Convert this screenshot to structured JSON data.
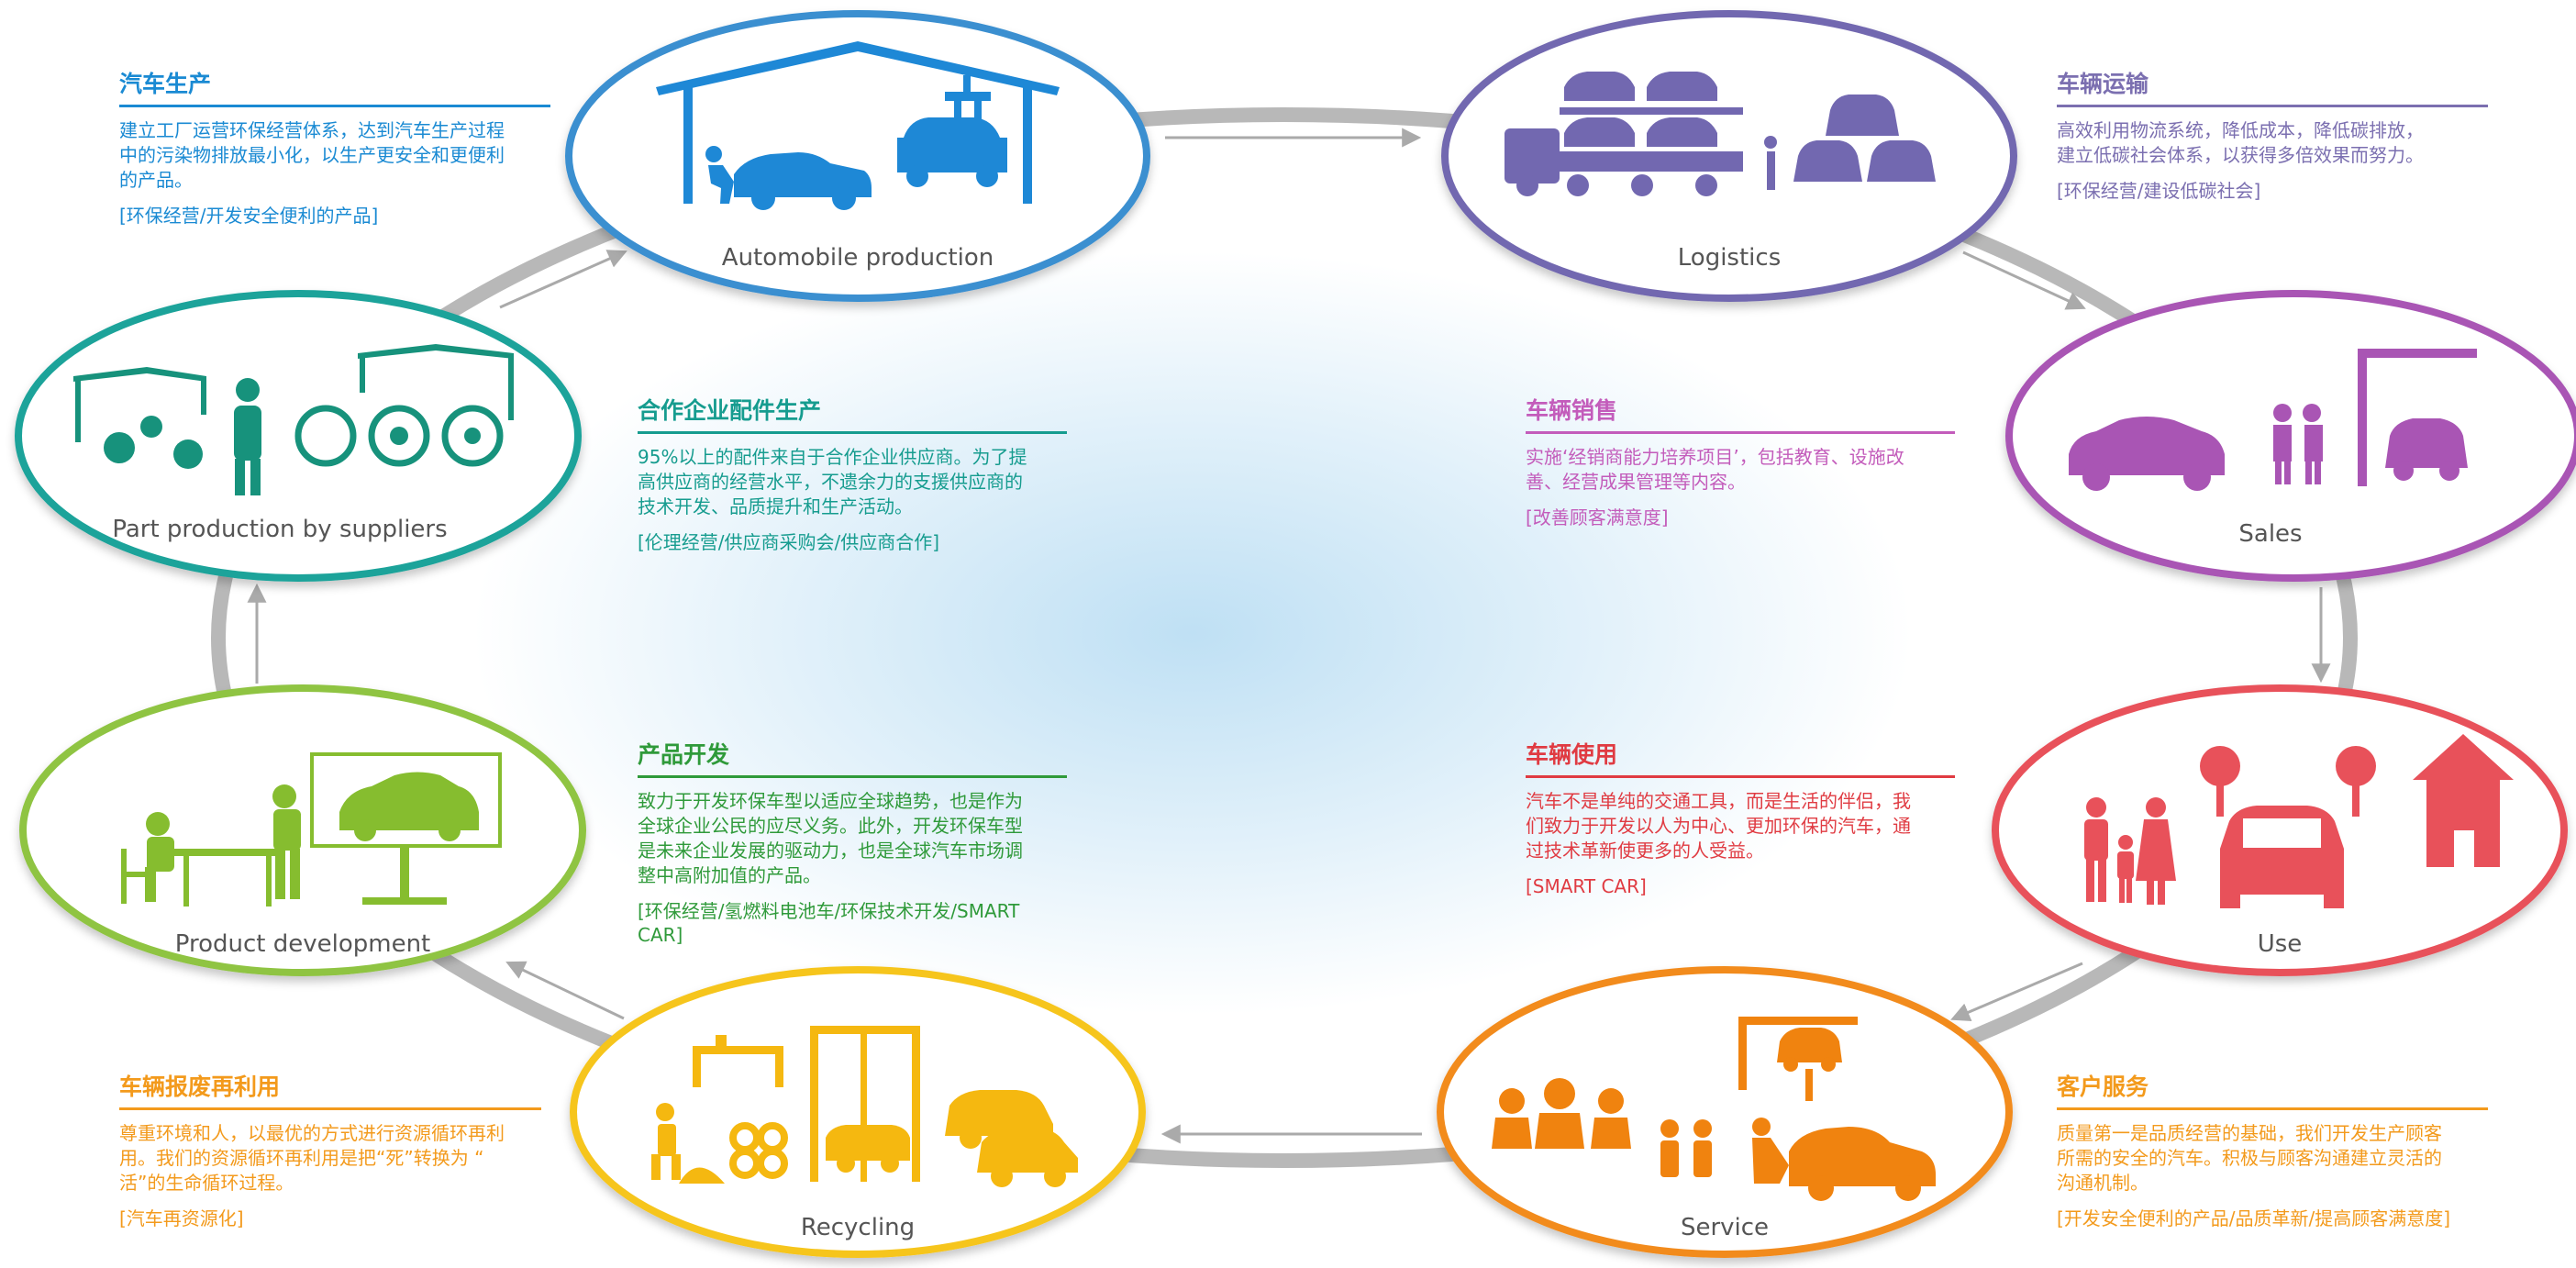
{
  "nodes": [
    {
      "id": "auto",
      "label": "Automobile production",
      "color": "#1e7fc6"
    },
    {
      "id": "logistics",
      "label": "Logistics",
      "color": "#7268b0"
    },
    {
      "id": "sales",
      "label": "Sales",
      "color": "#a955b4"
    },
    {
      "id": "use",
      "label": "Use",
      "color": "#e8515a"
    },
    {
      "id": "service",
      "label": "Service",
      "color": "#f28b1f"
    },
    {
      "id": "recycling",
      "label": "Recycling",
      "color": "#f6c51c"
    },
    {
      "id": "product",
      "label": "Product development",
      "color": "#8fc442"
    },
    {
      "id": "parts",
      "label": "Part production by suppliers",
      "color": "#1aa39a"
    }
  ],
  "texts": {
    "auto": {
      "title": "汽车生产",
      "lines": [
        "建立工厂运营环保经营体系，达到汽车生产过程",
        "中的污染物排放最小化，以生产更安全和更便利",
        "的产品。"
      ],
      "tag": "[环保经营/开发安全便利的产品]"
    },
    "logistics": {
      "title": "车辆运输",
      "lines": [
        "高效利用物流系统，降低成本，降低碳排放，",
        "建立低碳社会体系，以获得多倍效果而努力。"
      ],
      "tag": "[环保经营/建设低碳社会]"
    },
    "parts": {
      "title": "合作企业配件生产",
      "lines": [
        "95%以上的配件来自于合作企业供应商。为了提",
        "高供应商的经营水平，不遗余力的支援供应商的",
        "技术开发、品质提升和生产活动。"
      ],
      "tag": "[伦理经营/供应商采购会/供应商合作]"
    },
    "sales": {
      "title": "车辆销售",
      "lines": [
        "实施‘经销商能力培养项目’，包括教育、设施改",
        "善、经营成果管理等内容。"
      ],
      "tag": "[改善顾客满意度]"
    },
    "product": {
      "title": "产品开发",
      "lines": [
        "致力于开发环保车型以适应全球趋势，也是作为",
        "全球企业公民的应尽义务。此外，开发环保车型",
        "是未来企业发展的驱动力，也是全球汽车市场调",
        "整中高附加值的产品。"
      ],
      "tag": "[环保经营/氢燃料电池车/环保技术开发/SMART CAR]"
    },
    "use": {
      "title": "车辆使用",
      "lines": [
        "汽车不是单纯的交通工具，而是生活的伴侣，我",
        "们致力于开发以人为中心、更加环保的汽车，通",
        "过技术革新使更多的人受益。"
      ],
      "tag": "[SMART CAR]"
    },
    "recycling": {
      "title": "车辆报废再利用",
      "lines": [
        "尊重环境和人，以最优的方式进行资源循环再利",
        "用。我们的资源循环再利用是把“死”转换为 “",
        "活”的生命循环过程。"
      ],
      "tag": "[汽车再资源化]"
    },
    "service": {
      "title": "客户服务",
      "lines": [
        "质量第一是品质经营的基础，我们开发生产顾客",
        "所需的安全的汽车。积极与顾客沟通建立灵活的",
        "沟通机制。"
      ],
      "tag": "[开发安全便利的产品/品质革新/提高顾客满意度]"
    }
  }
}
